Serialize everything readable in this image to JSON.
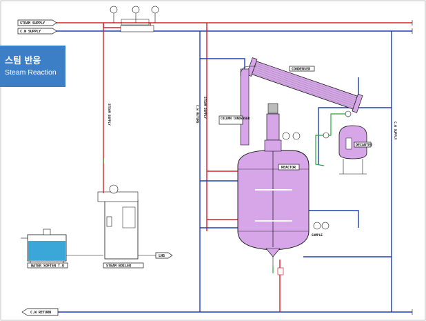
{
  "badge": {
    "title_ko": "스팀 반응",
    "title_en": "Steam Reaction"
  },
  "labels": {
    "steam_supply": "STEAM SUPPLY",
    "cw_supply": "C.W SUPPLY",
    "cw_return": "C.W RETURN",
    "steam_supply_vertical": "STEAM SUPPLY",
    "cw_return_vertical": "C.W RETURN",
    "steam_supply_vertical_2": "STEAM SUPPLY",
    "cw_supply_vertical": "C.W SUPPLY",
    "condenser": "CONDENSER",
    "column_condenser": "COLUMN CONDENSER",
    "reactor": "REACTOR",
    "decanter": "DECANTER",
    "water_softener": "WATER SOFTEN T.K",
    "steam_boiler": "STEAM BOILER",
    "lng": "LNG",
    "sample": "SAMPLE"
  },
  "colors": {
    "steam": "#d8202a",
    "cooling_water": "#1f3fb5",
    "vessel_fill": "#d6a6e8",
    "green_line": "#22a83a",
    "badge": "#3d7fc6",
    "water": "#3aa7d8"
  }
}
